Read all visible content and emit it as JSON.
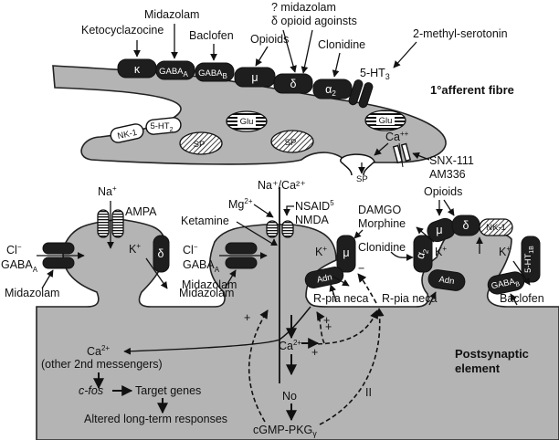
{
  "afferent": {
    "title": "1°afferent fibre",
    "receptors": [
      "κ",
      "GABA",
      "GABA",
      "μ",
      "δ",
      "α",
      "5-HT"
    ],
    "receptor_subs": [
      "",
      "A",
      "B",
      "",
      "",
      "2",
      "3"
    ],
    "agonists": {
      "ketocyclazocine": "Ketocyclazocine",
      "midazolam": "Midazolam",
      "baclofen": "Baclofen",
      "opioids": "Opioids",
      "q_midazolam": "? midazolam",
      "delta_agonists": "δ opioid agoinsts",
      "clonidine": "Clonidine",
      "methylserotonin": "2-methyl-serotonin"
    },
    "inner": {
      "nk1": "NK-1",
      "ht2": "5-HT",
      "ht2_sub": "2",
      "glu": "Glu",
      "sp": "SP",
      "ca": "Ca",
      "ca_sup": "++",
      "sp_release": "SP"
    },
    "channel_blockers": [
      "SNX-111",
      "AM336"
    ]
  },
  "postsynaptic": {
    "title_line1": "Postsynaptic",
    "title_line2": "element",
    "left_spine": {
      "na": "Na",
      "na_sup": "+",
      "ampa": "AMPA",
      "cl": "Cl",
      "cl_sup": "−",
      "gaba": "GABA",
      "gaba_sub": "A",
      "k": "K",
      "k_sup": "+",
      "delta": "δ",
      "midazolam_left": "Midazolam",
      "midazolam_right": "Midazolam"
    },
    "middle_spine": {
      "naca": "Na⁺/Ca²⁺",
      "mg": "Mg",
      "mg_sup": "2+",
      "ketamine": "Ketamine",
      "nsaid": "NSAID",
      "nsaid_sup": "5",
      "nmda": "NMDA",
      "cl": "Cl",
      "cl_sup": "−",
      "gaba": "GABA",
      "gaba_sub": "A",
      "midazolam": "Midazolam",
      "k": "K",
      "k_sup": "+",
      "mu": "μ",
      "adn": "Adn",
      "damgo": "DAMGO",
      "morphine": "Morphine",
      "clonidine": "Clonidine",
      "minus": "−",
      "rpia1": "R-pia neca",
      "rpia2": "R-pia neca"
    },
    "right_spine": {
      "opioids": "Opioids",
      "mu": "μ",
      "delta": "δ",
      "nk1": "NK-1",
      "alpha": "α",
      "alpha_sub": "2",
      "k1": "K",
      "k2": "K",
      "k_sup": "+",
      "adn": "Adn",
      "gabab": "GABA",
      "gabab_sub": "B",
      "ht1b": "5-HT",
      "ht1b_sub": "1B",
      "baclofen": "Baclofen"
    },
    "cascade": {
      "ca_left": "Ca",
      "ca_sup": "2+",
      "other": "(other 2nd messengers)",
      "cfos": "c-fos",
      "target": "Target genes",
      "altered": "Altered long-term responses",
      "ca_mid": "Ca",
      "no": "No",
      "cgmp": "cGMP-PKG",
      "cgmp_sub": "γ",
      "plus": "+",
      "ii": "II"
    }
  }
}
